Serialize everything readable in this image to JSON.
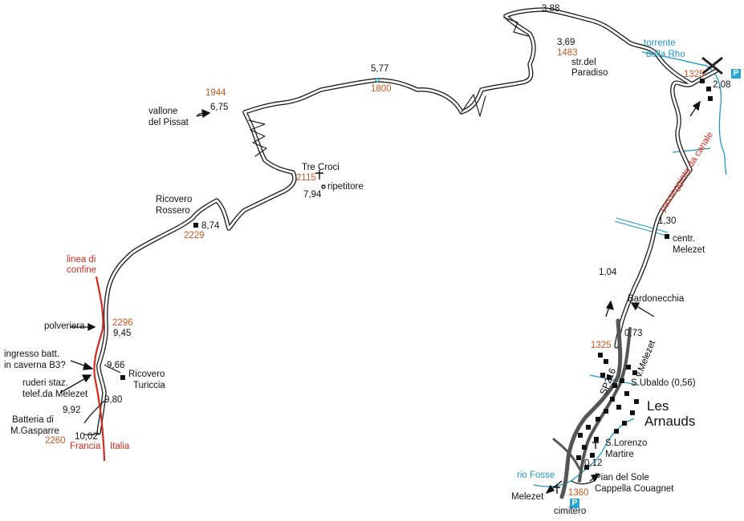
{
  "labels": {
    "km_388": "3,88",
    "km_369": "3,69",
    "alt_1483": "1483",
    "str_paradiso_1": "str.del",
    "str_paradiso_2": "Paradiso",
    "km_577": "5,77",
    "alt_1800": "1800",
    "alt_1944": "1944",
    "km_675": "6,75",
    "pissat_1": "vallone",
    "pissat_2": "del Pissat",
    "tre_croci": "Tre Croci",
    "alt_2115": "2115",
    "ripetitore": "ripetitore",
    "km_794": "7,94",
    "rossero_1": "Ricovero",
    "rossero_2": "Rossero",
    "km_874": "8,74",
    "alt_2229": "2229",
    "confine_1": "linea di",
    "confine_2": "confine",
    "polveriera": "polveriera",
    "alt_2296": "2296",
    "km_945": "9,45",
    "caverna_1": "ingresso batt.",
    "caverna_2": "in caverna B3?",
    "km_966": "9,66",
    "turiccia_1": "Ricovero",
    "turiccia_2": "Turiccia",
    "ruderi_1": "ruderi staz.",
    "ruderi_2": "telef.da Melezet",
    "km_980": "9,80",
    "km_992": "9,92",
    "gasparre_1": "Batteria di",
    "gasparre_2": "M.Gasparre",
    "km_1002": "10,02",
    "alt_2260": "2260",
    "francia": "Francia",
    "italia": "Italia",
    "torrente_1": "torrente",
    "torrente_2": "della Rho",
    "alt_1325_top": "1325",
    "km_208": "2,08",
    "passeggiata": "passeggiata da canale",
    "km_130": "1,30",
    "centr_1": "centr.",
    "centr_2": "Melezet",
    "km_104": "1,04",
    "bardonecchia": "Bardonecchia",
    "km_073": "0,73",
    "alt_1325_mid": "1325",
    "v_melezet": "v.Melezet",
    "sp216": "SP216",
    "s_ubaldo": "S.Ubaldo (0,56)",
    "les": "Les",
    "arnauds": "Arnauds",
    "lorenzo_1": "S.Lorenzo",
    "lorenzo_2": "Martire",
    "km_012": "0,12",
    "rio_fosse": "rio Fosse",
    "alt_1360": "1360",
    "pian_1": "Pian del Sole",
    "pian_2": "Cappella Couagnet",
    "melezet": "Melezet",
    "cimitero": "cimitero",
    "parking": "P"
  },
  "colors": {
    "road": "#222222",
    "altitude": "#c8561e",
    "water": "#1e97c6",
    "border": "#d62a1e",
    "parking": "#2aa6cf"
  }
}
